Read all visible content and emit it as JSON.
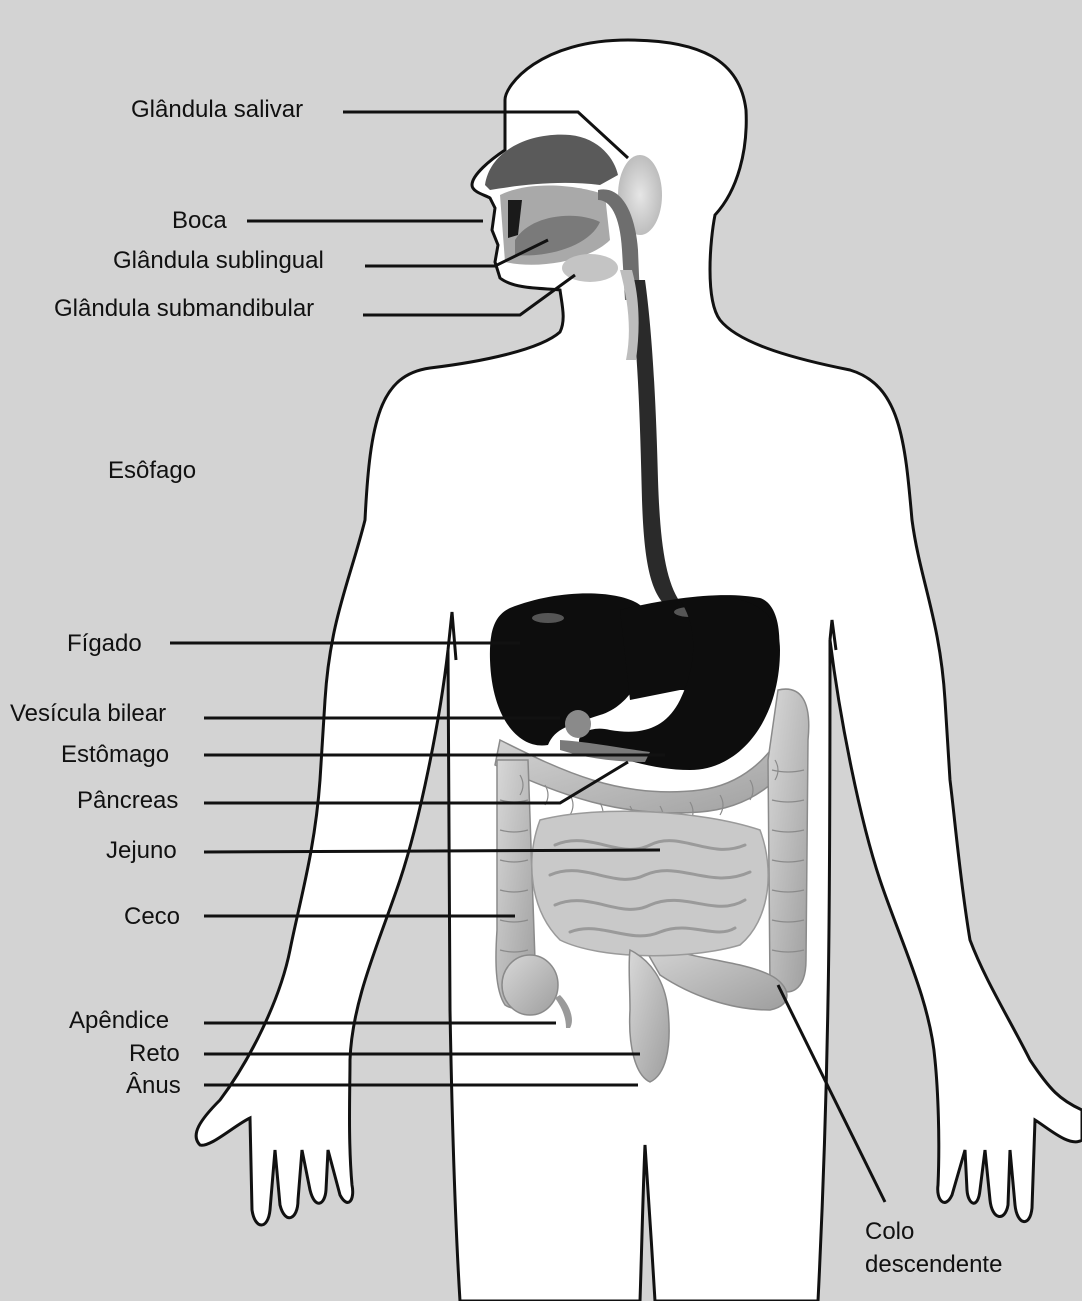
{
  "labels": {
    "glandula_salivar": "Glândula salivar",
    "boca": "Boca",
    "glandula_sublingual": "Glândula sublingual",
    "glandula_submandibular": "Glândula submandibular",
    "esofago": "Esôfago",
    "figado": "Fígado",
    "vesicula_bilear": "Vesícula bilear",
    "estomago": "Estômago",
    "pancreas": "Pâncreas",
    "jejuno": "Jejuno",
    "ceco": "Ceco",
    "apendice": "Apêndice",
    "reto": "Reto",
    "anus": "Ânus",
    "colo_line1": "Colo",
    "colo_line2": "descendente"
  },
  "colors": {
    "background": "#d3d3d3",
    "body_fill": "#ffffff",
    "outline": "#111111",
    "organ_dark": "#0d0d0d",
    "intestine": "#bdbdbd",
    "intestine_shade": "#9a9a9a"
  }
}
